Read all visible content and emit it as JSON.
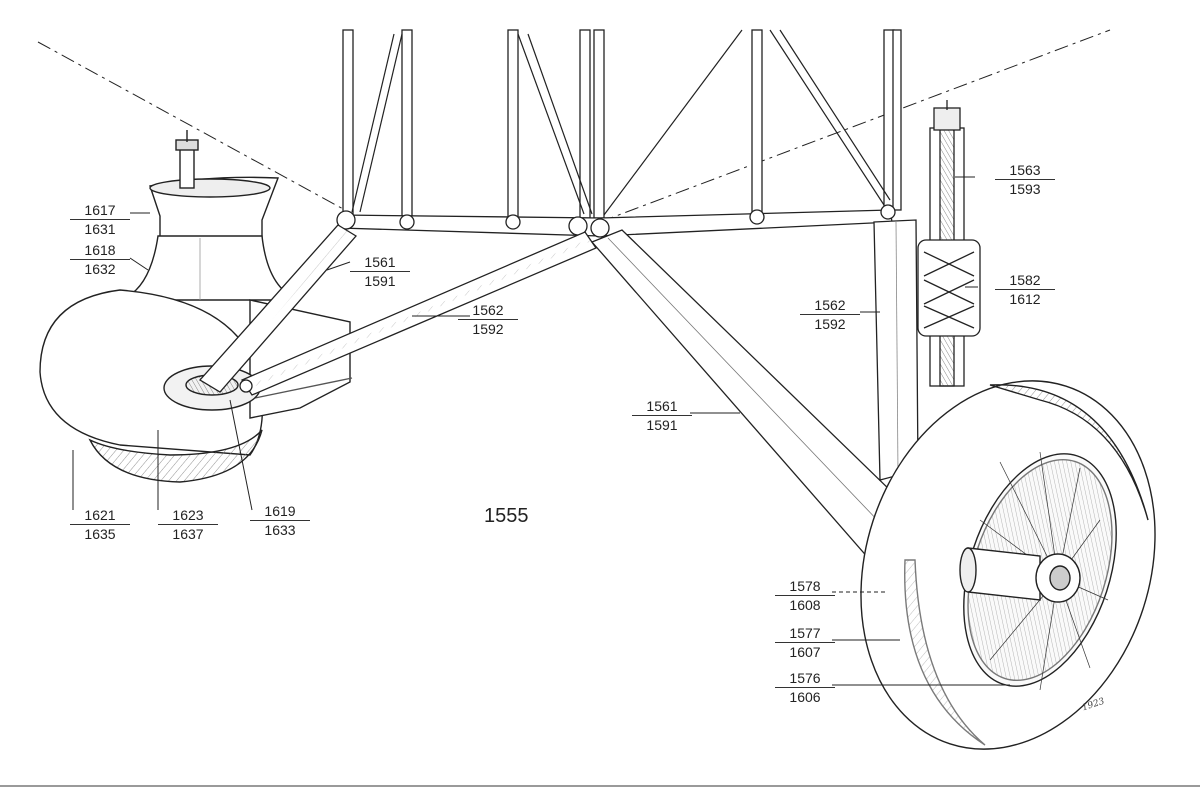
{
  "figure": {
    "figure_number": "1555",
    "signature": "1923",
    "callouts": [
      {
        "id": "c1617",
        "top": "1617",
        "bottom": "1631"
      },
      {
        "id": "c1618",
        "top": "1618",
        "bottom": "1632"
      },
      {
        "id": "c1561a",
        "top": "1561",
        "bottom": "1591"
      },
      {
        "id": "c1562a",
        "top": "1562",
        "bottom": "1592"
      },
      {
        "id": "c1621",
        "top": "1621",
        "bottom": "1635"
      },
      {
        "id": "c1623",
        "top": "1623",
        "bottom": "1637"
      },
      {
        "id": "c1619",
        "top": "1619",
        "bottom": "1633"
      },
      {
        "id": "c1563",
        "top": "1563",
        "bottom": "1593"
      },
      {
        "id": "c1582",
        "top": "1582",
        "bottom": "1612"
      },
      {
        "id": "c1562b",
        "top": "1562",
        "bottom": "1592"
      },
      {
        "id": "c1561b",
        "top": "1561",
        "bottom": "1591"
      },
      {
        "id": "c1578",
        "top": "1578",
        "bottom": "1608"
      },
      {
        "id": "c1577",
        "top": "1577",
        "bottom": "1607"
      },
      {
        "id": "c1576",
        "top": "1576",
        "bottom": "1606"
      }
    ]
  }
}
